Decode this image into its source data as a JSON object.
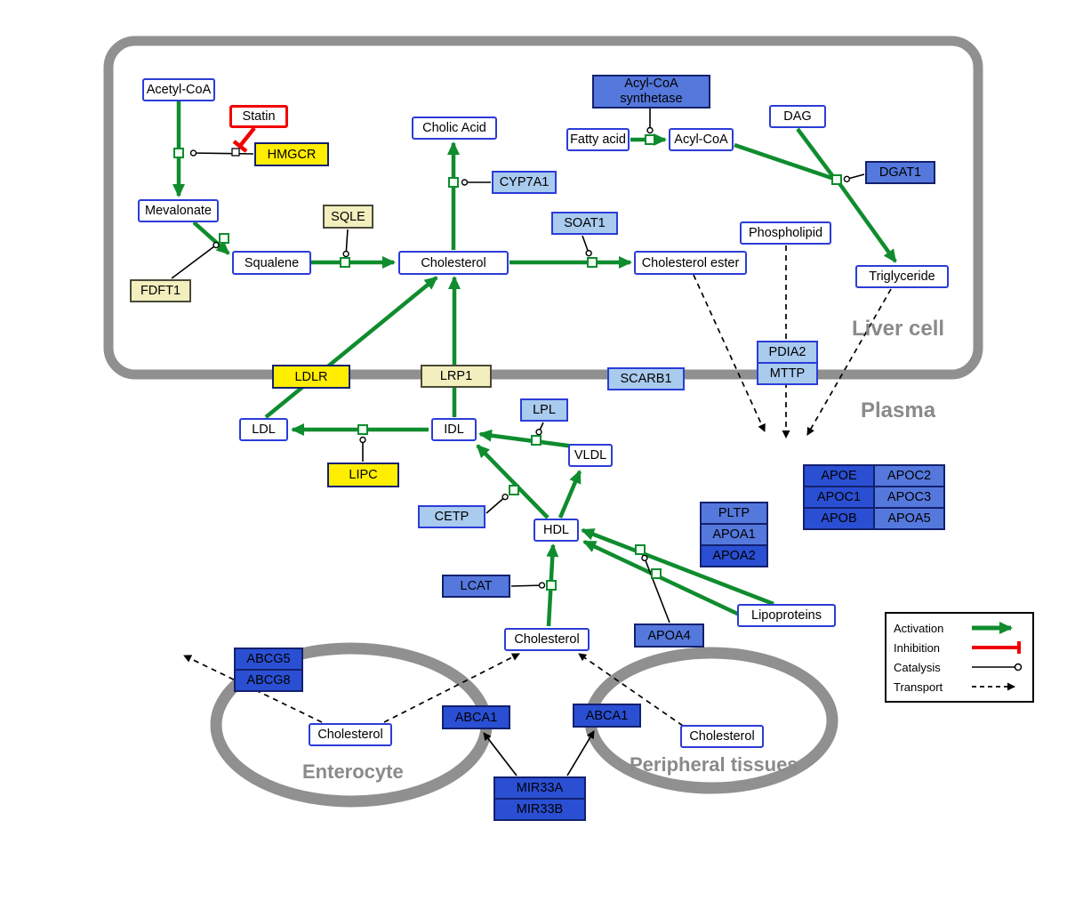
{
  "compartments": {
    "liver": "Liver cell",
    "plasma": "Plasma",
    "enterocyte": "Enterocyte",
    "peripheral": "Peripheral tissues"
  },
  "nodes": {
    "acetyl_coa": "Acetyl-CoA",
    "statin": "Statin",
    "hmgcr": "HMGCR",
    "mevalonate": "Mevalonate",
    "fdft1": "FDFT1",
    "squalene": "Squalene",
    "sqle": "SQLE",
    "cholesterol_liver": "Cholesterol",
    "cholic_acid": "Cholic Acid",
    "cyp7a1": "CYP7A1",
    "soat1": "SOAT1",
    "cholesterol_ester": "Cholesterol ester",
    "acyl_coa_synthetase_line1": "Acyl-CoA",
    "acyl_coa_synthetase_line2": "synthetase",
    "fatty_acid": "Fatty acid",
    "acyl_coa": "Acyl-CoA",
    "dag": "DAG",
    "dgat1": "DGAT1",
    "phospholipid": "Phospholipid",
    "triglyceride": "Triglyceride",
    "pdia2": "PDIA2",
    "mttp": "MTTP",
    "ldlr": "LDLR",
    "lrp1": "LRP1",
    "scarb1": "SCARB1",
    "ldl": "LDL",
    "idl": "IDL",
    "lipc": "LIPC",
    "lpl": "LPL",
    "vldl": "VLDL",
    "cetp": "CETP",
    "hdl": "HDL",
    "lcat": "LCAT",
    "pltp": "PLTP",
    "apoa1": "APOA1",
    "apoa2": "APOA2",
    "apoa4": "APOA4",
    "lipoproteins": "Lipoproteins",
    "apoe": "APOE",
    "apoc2": "APOC2",
    "apoc1": "APOC1",
    "apoc3": "APOC3",
    "apob": "APOB",
    "apoa5": "APOA5",
    "cholesterol_plasma": "Cholesterol",
    "abcg5": "ABCG5",
    "abcg8": "ABCG8",
    "cholesterol_enterocyte": "Cholesterol",
    "abca1_enterocyte": "ABCA1",
    "abca1_peripheral": "ABCA1",
    "cholesterol_peripheral": "Cholesterol",
    "mir33a": "MIR33A",
    "mir33b": "MIR33B"
  },
  "legend": {
    "activation": "Activation",
    "inhibition": "Inhibition",
    "catalysis": "Catalysis",
    "transport": "Transport"
  },
  "colors": {
    "activation_green": "#0f8c2e",
    "inhibition_red": "#f20000",
    "gene_dark_blue": "#2a4fd3",
    "gene_medium_blue": "#5578dd",
    "gene_light_blue": "#a9cbee",
    "enzyme_yellow": "#ffee00",
    "enzyme_pale_yellow": "#f2eebe",
    "metabolite_border_blue": "#2b3cd8",
    "membrane_gray": "#909090"
  }
}
